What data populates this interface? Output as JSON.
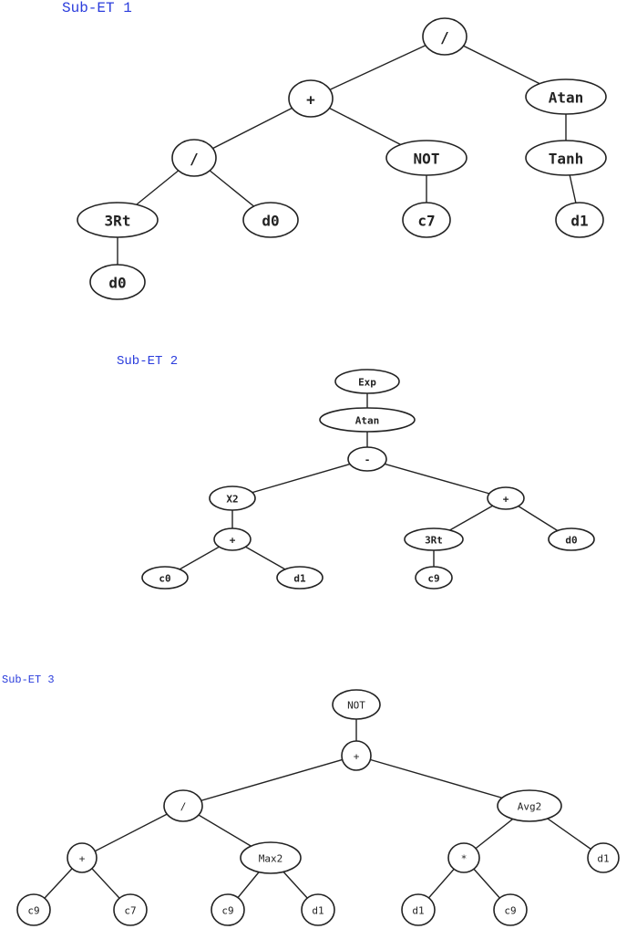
{
  "trees": [
    {
      "id": "sub-et-1",
      "title": "Sub-ET 1",
      "nodes": [
        {
          "id": "n1",
          "label": "/"
        },
        {
          "id": "n2",
          "label": "+"
        },
        {
          "id": "n3",
          "label": "Atan"
        },
        {
          "id": "n4",
          "label": "/"
        },
        {
          "id": "n5",
          "label": "NOT"
        },
        {
          "id": "n6",
          "label": "Tanh"
        },
        {
          "id": "n7",
          "label": "3Rt"
        },
        {
          "id": "n8",
          "label": "d0"
        },
        {
          "id": "n9",
          "label": "c7"
        },
        {
          "id": "n10",
          "label": "d1"
        },
        {
          "id": "n11",
          "label": "d0"
        }
      ],
      "edges": [
        [
          "n1",
          "n2"
        ],
        [
          "n1",
          "n3"
        ],
        [
          "n2",
          "n4"
        ],
        [
          "n2",
          "n5"
        ],
        [
          "n3",
          "n6"
        ],
        [
          "n4",
          "n7"
        ],
        [
          "n4",
          "n8"
        ],
        [
          "n5",
          "n9"
        ],
        [
          "n6",
          "n10"
        ],
        [
          "n7",
          "n11"
        ]
      ]
    },
    {
      "id": "sub-et-2",
      "title": "Sub-ET 2",
      "nodes": [
        {
          "id": "m1",
          "label": "Exp"
        },
        {
          "id": "m2",
          "label": "Atan"
        },
        {
          "id": "m3",
          "label": "-"
        },
        {
          "id": "m4",
          "label": "X2"
        },
        {
          "id": "m5",
          "label": "+"
        },
        {
          "id": "m6",
          "label": "+"
        },
        {
          "id": "m7",
          "label": "3Rt"
        },
        {
          "id": "m8",
          "label": "d0"
        },
        {
          "id": "m9",
          "label": "c0"
        },
        {
          "id": "m10",
          "label": "d1"
        },
        {
          "id": "m11",
          "label": "c9"
        }
      ],
      "edges": [
        [
          "m1",
          "m2"
        ],
        [
          "m2",
          "m3"
        ],
        [
          "m3",
          "m4"
        ],
        [
          "m3",
          "m5"
        ],
        [
          "m4",
          "m6"
        ],
        [
          "m5",
          "m7"
        ],
        [
          "m5",
          "m8"
        ],
        [
          "m6",
          "m9"
        ],
        [
          "m6",
          "m10"
        ],
        [
          "m7",
          "m11"
        ]
      ]
    },
    {
      "id": "sub-et-3",
      "title": "Sub-ET 3",
      "nodes": [
        {
          "id": "k1",
          "label": "NOT"
        },
        {
          "id": "k2",
          "label": "+"
        },
        {
          "id": "k3",
          "label": "/"
        },
        {
          "id": "k4",
          "label": "Avg2"
        },
        {
          "id": "k5",
          "label": "+"
        },
        {
          "id": "k6",
          "label": "Max2"
        },
        {
          "id": "k7",
          "label": "*"
        },
        {
          "id": "k8",
          "label": "d1"
        },
        {
          "id": "k9",
          "label": "c9"
        },
        {
          "id": "k10",
          "label": "c7"
        },
        {
          "id": "k11",
          "label": "c9"
        },
        {
          "id": "k12",
          "label": "d1"
        },
        {
          "id": "k13",
          "label": "d1"
        },
        {
          "id": "k14",
          "label": "c9"
        }
      ],
      "edges": [
        [
          "k1",
          "k2"
        ],
        [
          "k2",
          "k3"
        ],
        [
          "k2",
          "k4"
        ],
        [
          "k3",
          "k5"
        ],
        [
          "k3",
          "k6"
        ],
        [
          "k4",
          "k7"
        ],
        [
          "k4",
          "k8"
        ],
        [
          "k5",
          "k9"
        ],
        [
          "k5",
          "k10"
        ],
        [
          "k6",
          "k11"
        ],
        [
          "k6",
          "k12"
        ],
        [
          "k7",
          "k13"
        ],
        [
          "k7",
          "k14"
        ]
      ]
    }
  ]
}
